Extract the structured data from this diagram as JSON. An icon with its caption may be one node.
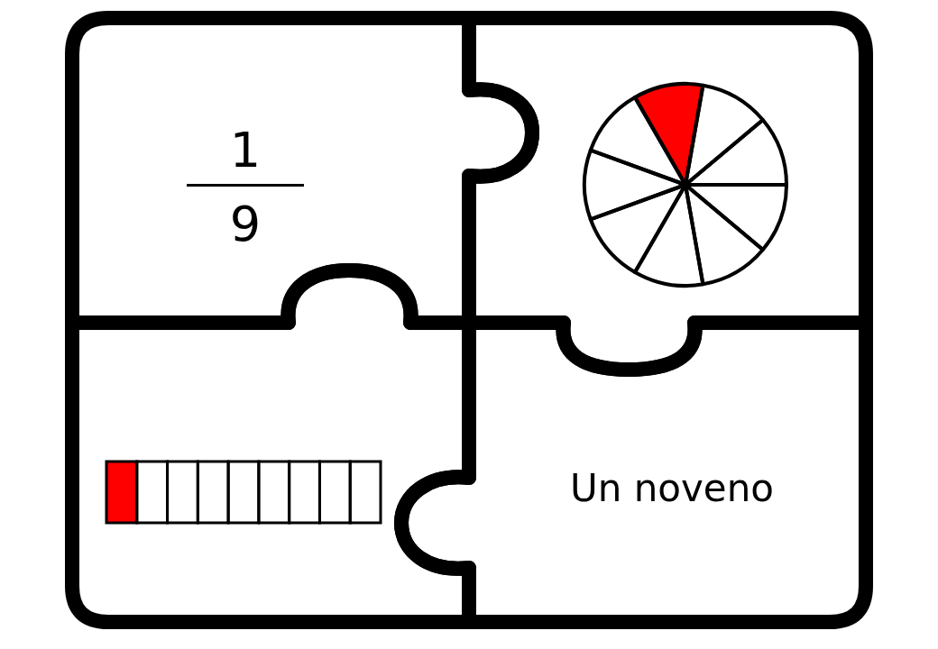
{
  "diagram": {
    "nodes": [
      {
        "text": [
          "1",
          "9"
        ]
      },
      {
        "text": [],
        "shape": "picture"
      },
      {
        "text": [],
        "shape": "picture"
      },
      {
        "text": [
          "Un noveno"
        ]
      }
    ]
  }
}
